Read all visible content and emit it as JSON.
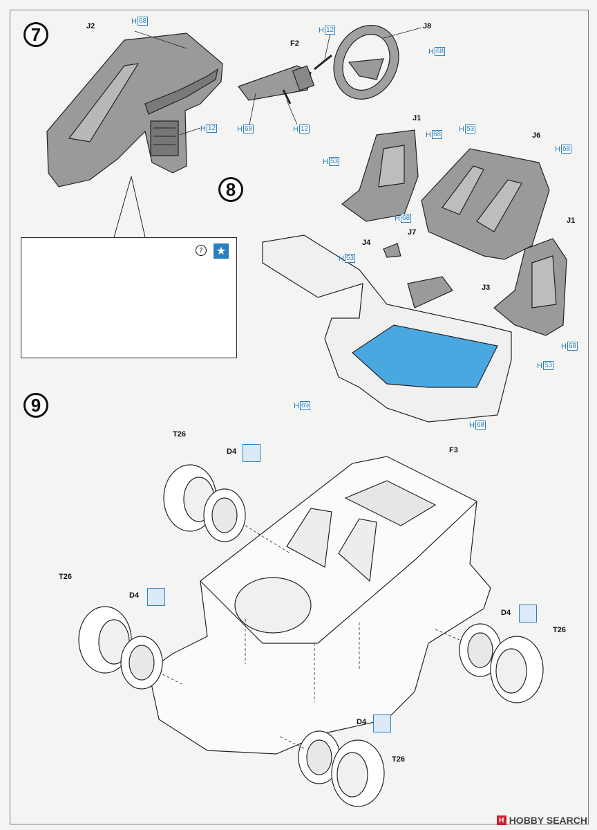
{
  "steps": {
    "s7": "7",
    "s8": "8",
    "s9": "9"
  },
  "parts": {
    "j2": "J2",
    "f2": "F2",
    "j8": "J8",
    "j1a": "J1",
    "j6": "J6",
    "j1b": "J1",
    "j4": "J4",
    "j7": "J7",
    "j3": "J3",
    "f3": "F3",
    "t26a": "T26",
    "d4a": "D4",
    "t26b": "T26",
    "d4b": "D4",
    "d4c": "D4",
    "t26c": "T26",
    "d4d": "D4",
    "t26d": "T26"
  },
  "paint_prefix": "H",
  "paints": {
    "p1": "68",
    "p2": "12",
    "p3": "68",
    "p4": "68",
    "p5": "12",
    "p6": "12",
    "p7": "68",
    "p8": "53",
    "p9": "53",
    "p10": "68",
    "p11": "68",
    "p12": "53",
    "p13": "68",
    "p14": "53",
    "p15": "69",
    "p16": "68"
  },
  "inset": {
    "ref_number": "7",
    "icon": "star-icon"
  },
  "no_paint_icon": "no-paint-icon",
  "colors": {
    "paint_blue": "#2a7fc0",
    "floor_blue": "#4aa8e0",
    "part_gray": "#9a9a9a"
  },
  "watermark": {
    "logo": "H",
    "text": "HOBBY SEARCH"
  }
}
